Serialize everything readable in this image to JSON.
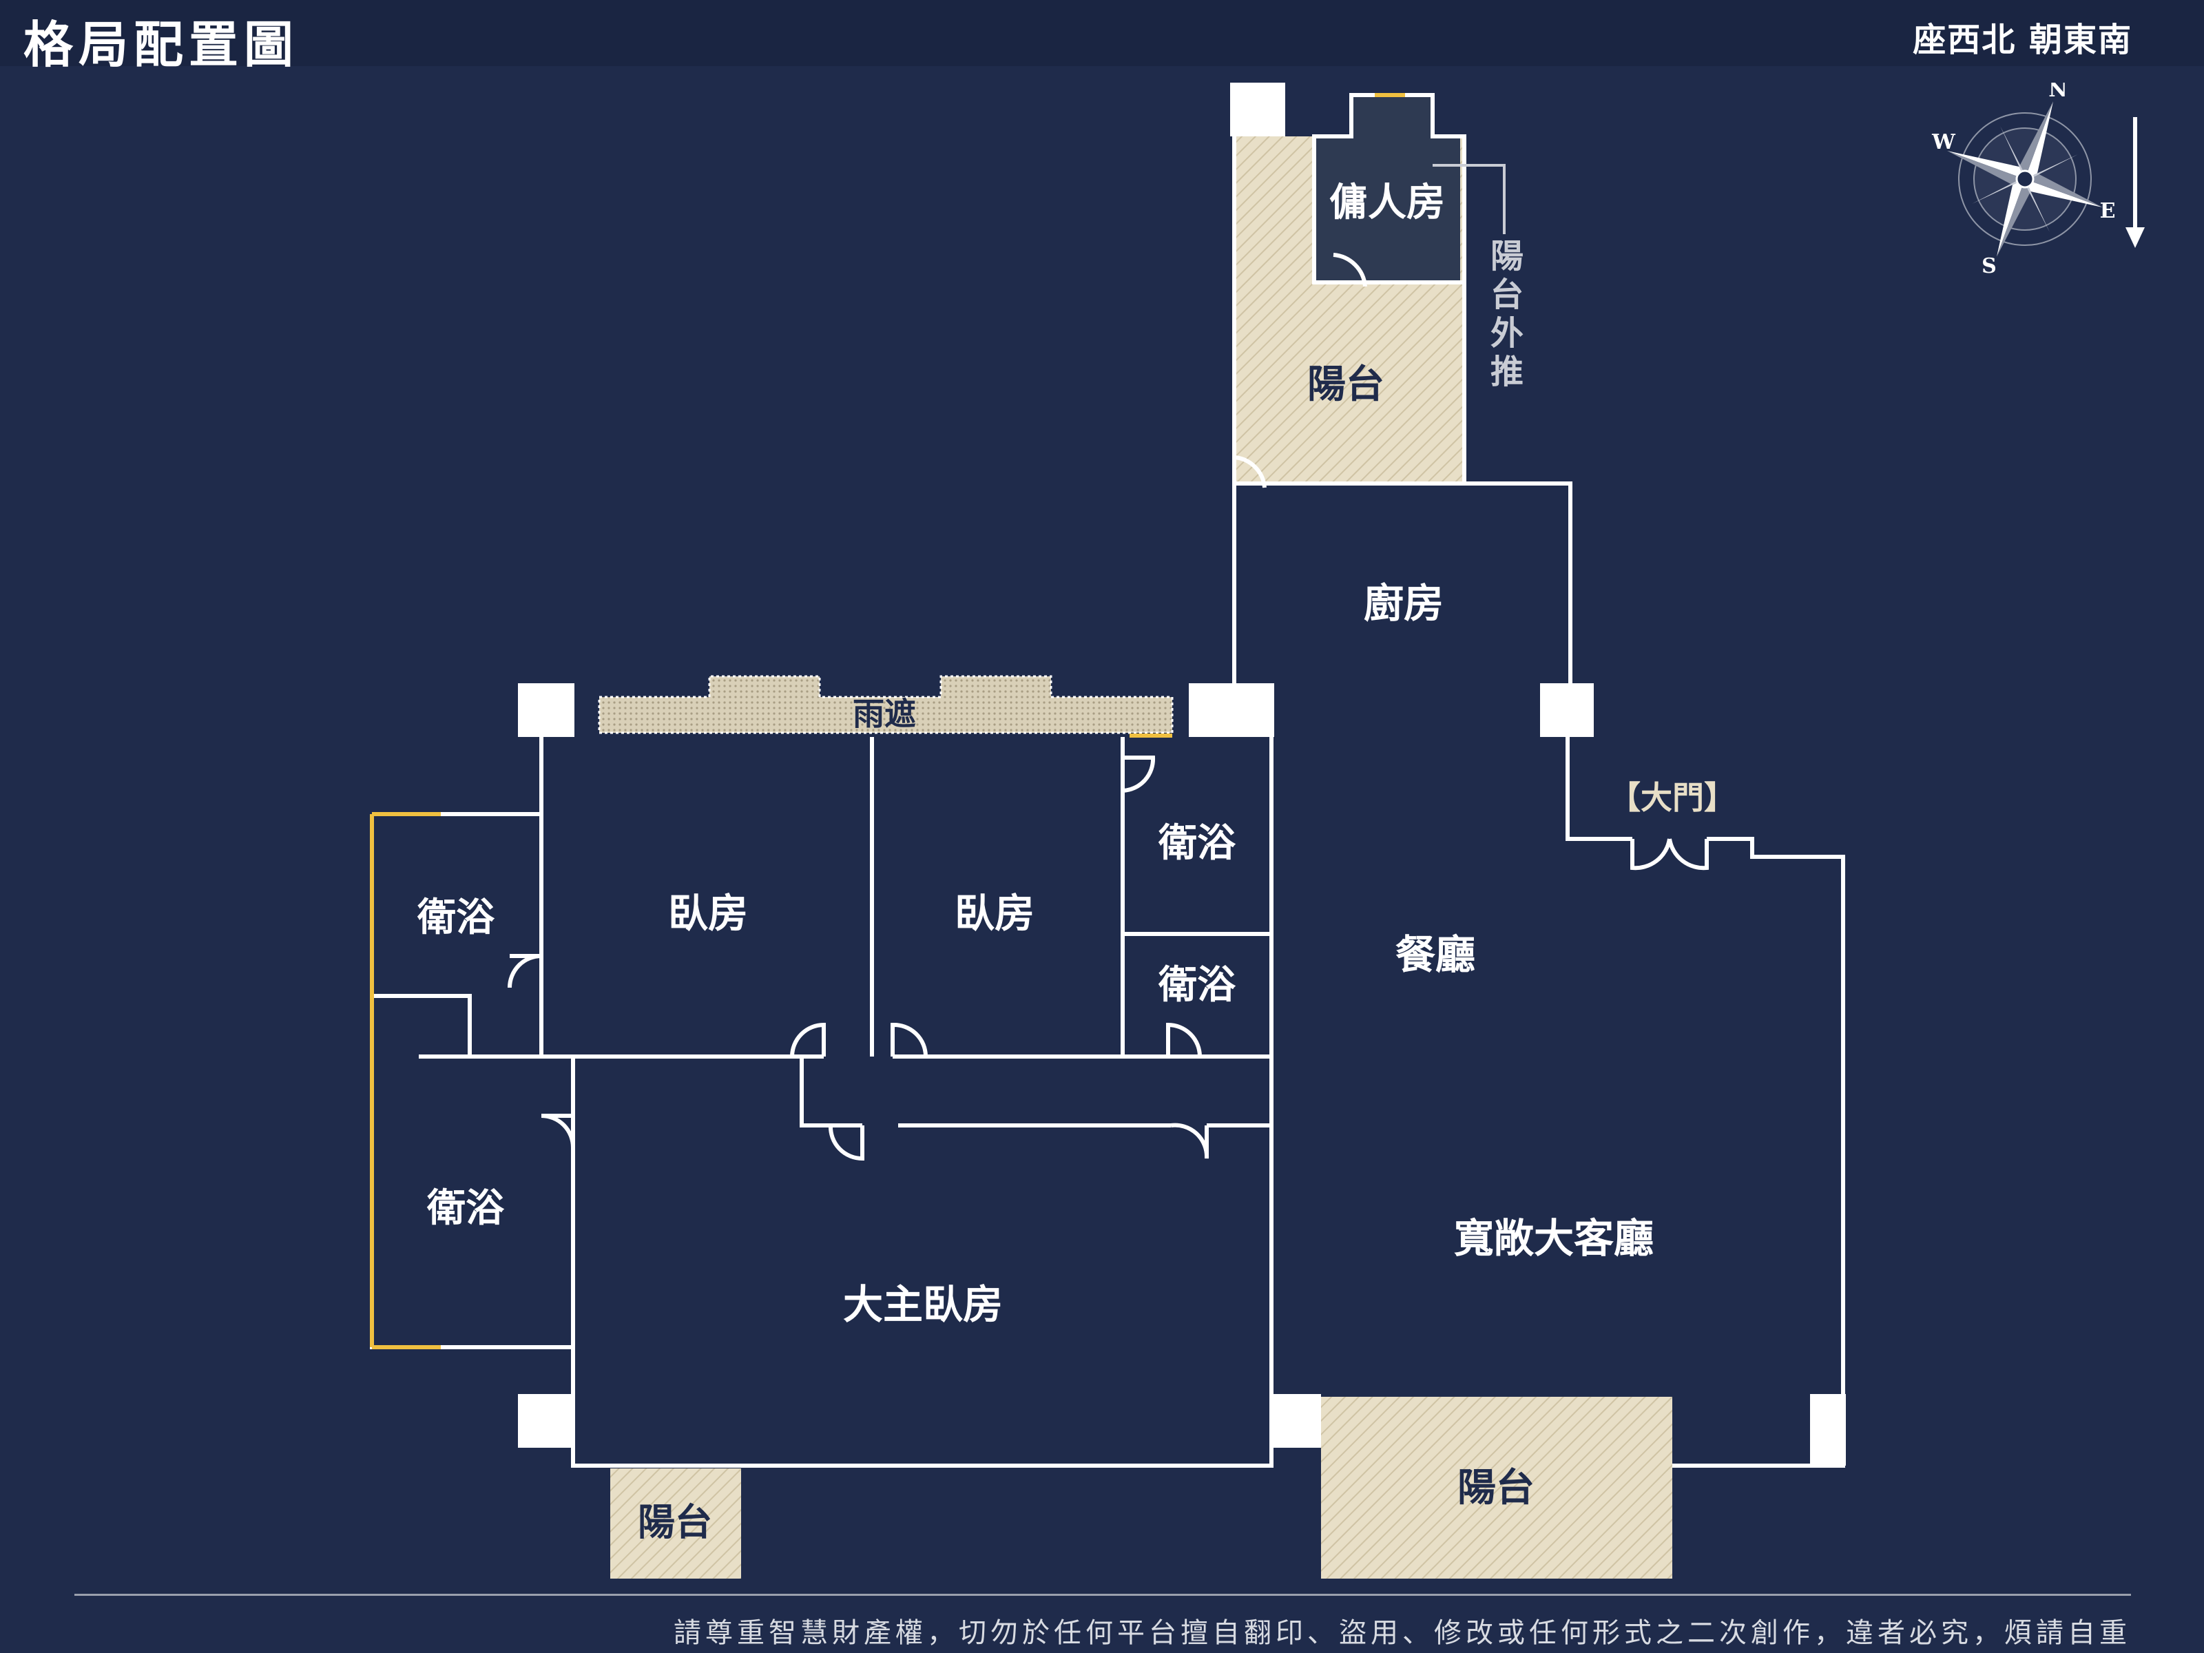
{
  "header": {
    "title": "格局配置圖",
    "orientation": "座西北 朝東南"
  },
  "rooms": {
    "servant_room": "傭人房",
    "upper_balcony": "陽台",
    "balcony_extension": "陽台外推",
    "kitchen": "廚房",
    "awning": "雨遮",
    "main_door": "【大門】",
    "bath_left_top": "衛浴",
    "bedroom_1": "臥房",
    "bedroom_2": "臥房",
    "bath_mid_top": "衛浴",
    "bath_mid_bottom": "衛浴",
    "dining": "餐廳",
    "bath_left_bottom": "衛浴",
    "living": "寬敞大客廳",
    "master_bedroom": "大主臥房",
    "balcony_small": "陽台",
    "balcony_large": "陽台"
  },
  "compass": {
    "cardinals": [
      "N",
      "E",
      "S",
      "W"
    ],
    "arrow": "down-arrow-icon"
  },
  "colors": {
    "background": "#1f2b4b",
    "wall": "#ffffff",
    "balcony_fill": "#e8dfc7",
    "window_accent": "#f0c040",
    "servant_room_fill": "#2e3a52"
  },
  "footer": {
    "copyright": "請尊重智慧財產權，切勿於任何平台擅自翻印、盜用、修改或任何形式之二次創作，違者必究，煩請自重"
  }
}
